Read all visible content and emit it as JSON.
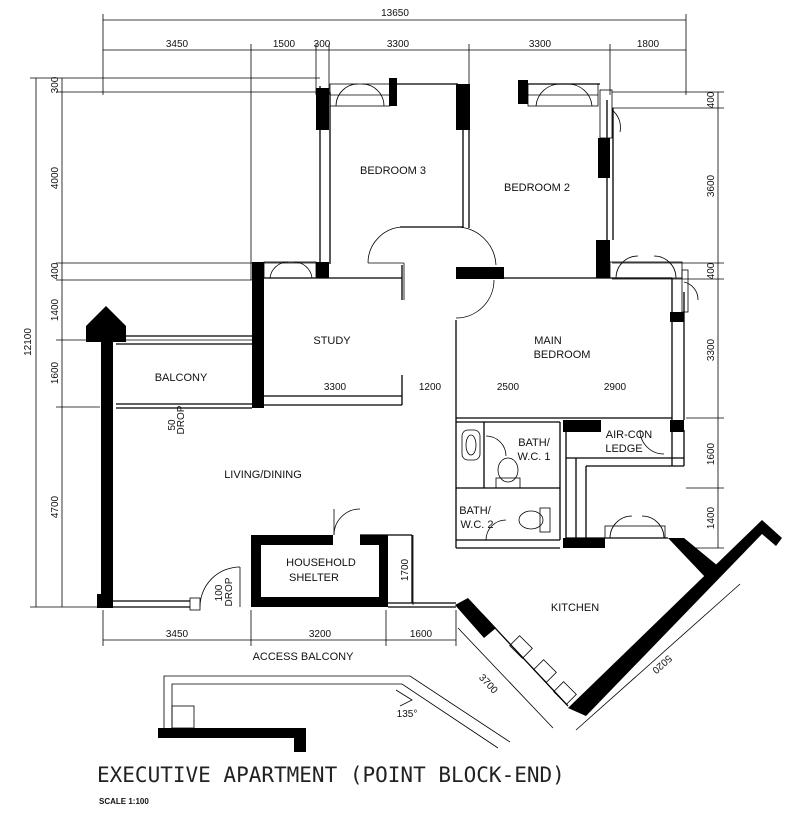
{
  "title": "EXECUTIVE APARTMENT (POINT BLOCK-END)",
  "scale": "SCALE 1:100",
  "rooms": {
    "bedroom3": "BEDROOM 3",
    "bedroom2": "BEDROOM 2",
    "study": "STUDY",
    "main_bedroom_1": "MAIN",
    "main_bedroom_2": "BEDROOM",
    "balcony": "BALCONY",
    "living_dining": "LIVING/DINING",
    "bath1_1": "BATH/",
    "bath1_2": "W.C. 1",
    "bath2_1": "BATH/",
    "bath2_2": "W.C. 2",
    "aircon_1": "AIR-CON",
    "aircon_2": "LEDGE",
    "shelter_1": "HOUSEHOLD",
    "shelter_2": "SHELTER",
    "kitchen": "KITCHEN",
    "access_balcony": "ACCESS  BALCONY"
  },
  "dimensions": {
    "total_width": "13650",
    "top": [
      "3450",
      "1500",
      "300",
      "3300",
      "3300",
      "1800"
    ],
    "left_total": "12100",
    "left": [
      "300",
      "4000",
      "400",
      "1400",
      "1600",
      "4700"
    ],
    "right": [
      "400",
      "3600",
      "400",
      "3300",
      "1600",
      "1400"
    ],
    "bottom": [
      "3450",
      "3200",
      "1600"
    ],
    "mid_row": [
      "3300",
      "1200",
      "2500",
      "2900"
    ],
    "shelter_height": "1700",
    "kitchen_wall_a": "3700",
    "kitchen_wall_b": "5020",
    "angle": "135°",
    "drop_balcony": "50",
    "drop_entry": "100",
    "drop_label": "DROP"
  }
}
